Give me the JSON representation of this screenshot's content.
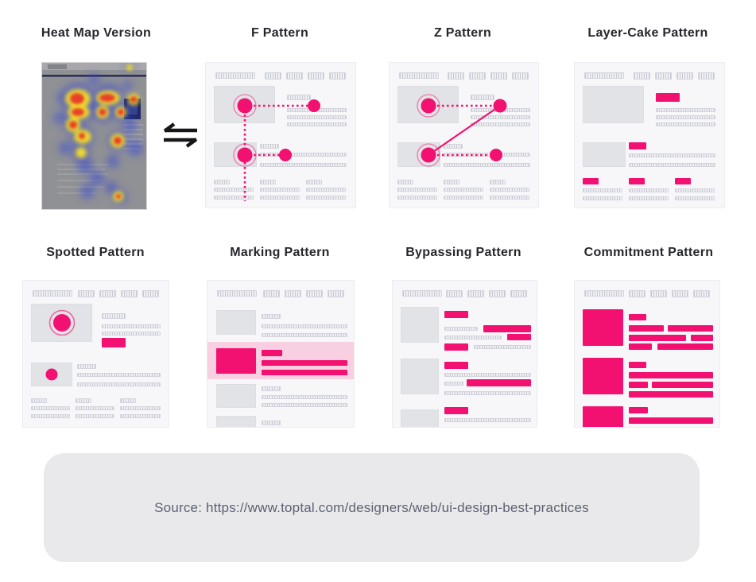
{
  "panels": [
    {
      "id": "heat-map-version",
      "label": "Heat Map Version"
    },
    {
      "id": "f-pattern",
      "label": "F Pattern"
    },
    {
      "id": "z-pattern",
      "label": "Z Pattern"
    },
    {
      "id": "layer-cake-pattern",
      "label": "Layer-Cake Pattern"
    },
    {
      "id": "spotted-pattern",
      "label": "Spotted Pattern"
    },
    {
      "id": "marking-pattern",
      "label": "Marking Pattern"
    },
    {
      "id": "bypassing-pattern",
      "label": "Bypassing Pattern"
    },
    {
      "id": "commitment-pattern",
      "label": "Commitment Pattern"
    }
  ],
  "source": {
    "text": "Source: https://www.toptal.com/designers/web/ui-design-best-practices"
  },
  "icons": {
    "swap_arrows": "equilibrium-swap-arrows"
  },
  "colors": {
    "accent_pink": "#f21170",
    "highlight_row_bg": "#f9cfe2",
    "card_bg": "#f7f7f9",
    "wireframe_grey": "#e2e3e7",
    "title_text": "#26272c",
    "source_text": "#5b6272",
    "source_box_bg": "#e9e9eb",
    "heatmap_hot": "#e73827",
    "heatmap_warm": "#ffe81f",
    "heatmap_cold": "#2e41d9"
  }
}
